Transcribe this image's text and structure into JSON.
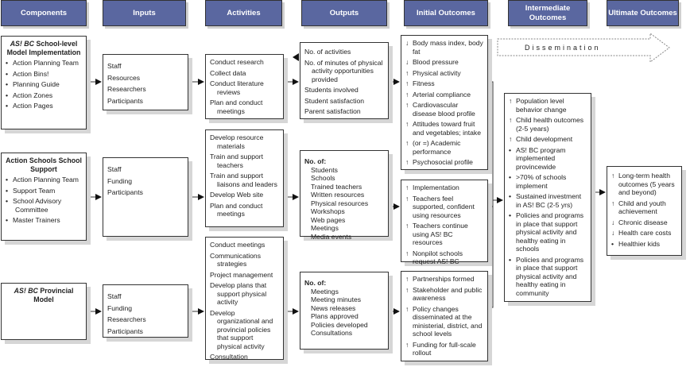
{
  "headers": [
    "Components",
    "Inputs",
    "Activities",
    "Outputs",
    "Initial Outcomes",
    "Intermediate Outcomes",
    "Ultimate Outcomes"
  ],
  "dissemination": "Dissemination",
  "components": [
    {
      "title_italic": "AS! BC",
      "title": " School-level Model Implementation",
      "items": [
        "Action Planning Team",
        "Action Bins!",
        "Planning Guide",
        "Action Zones",
        "Action Pages"
      ]
    },
    {
      "title_italic": "",
      "title": "Action Schools School Support",
      "items": [
        "Action Planning Team",
        "Support Team",
        "School Advisory Committee",
        "Master Trainers"
      ]
    },
    {
      "title_italic": "AS! BC",
      "title": " Provincial Model",
      "items": []
    }
  ],
  "inputs": [
    [
      "Staff",
      "Resources",
      "Researchers",
      "Participants"
    ],
    [
      "Staff",
      "Funding",
      "Participants"
    ],
    [
      "Staff",
      "Funding",
      "Researchers",
      "Participants"
    ]
  ],
  "activities": [
    [
      "Conduct research",
      "Collect data",
      "Conduct literature reviews",
      "Plan and conduct meetings"
    ],
    [
      "Develop resource materials",
      "Train and support teachers",
      "Train and support liaisons and leaders",
      "Develop Web site",
      "Plan and conduct meetings"
    ],
    [
      "Conduct meetings",
      "Communications strategies",
      "Project management",
      "Develop plans that support physical activity",
      "Develop organizational and provincial policies that support physical activity",
      "Consultation"
    ]
  ],
  "outputs": {
    "first": [
      "No. of activities",
      "No. of minutes of physical activity opportunities provided",
      "Students involved",
      "Student satisfaction",
      "Parent satisfaction"
    ],
    "second": {
      "heading": "No. of:",
      "items": [
        "Students",
        "Schools",
        "Trained teachers",
        "Written resources",
        "Physical resources",
        "Workshops",
        "Web pages",
        "Meetings",
        "Media events"
      ]
    },
    "third": {
      "heading": "No. of:",
      "items": [
        "Meetings",
        "Meeting minutes",
        "News releases",
        "Plans approved",
        "Policies developed",
        "Consultations"
      ]
    }
  },
  "initial": [
    [
      {
        "s": "↓",
        "t": "Body mass index, body fat"
      },
      {
        "s": "↓",
        "t": "Blood pressure"
      },
      {
        "s": "↑",
        "t": "Physical activity"
      },
      {
        "s": "↑",
        "t": "Fitness"
      },
      {
        "s": "↑",
        "t": "Arterial compliance"
      },
      {
        "s": "↑",
        "t": "Cardiovascular disease blood profile"
      },
      {
        "s": "↑",
        "t": "Attitudes toward fruit and vegetables; intake"
      },
      {
        "s": "↑",
        "t": "(or =) Academic performance"
      },
      {
        "s": "↑",
        "t": "Psychosocial profile"
      }
    ],
    [
      {
        "s": "↑",
        "t": "Implementation"
      },
      {
        "s": "↑",
        "t": "Teachers feel supported, confident using resources"
      },
      {
        "s": "↑",
        "t": "Teachers continue using AS! BC resources"
      },
      {
        "s": "↑",
        "t": "Nonpilot schools request AS! BC"
      }
    ],
    [
      {
        "s": "↑",
        "t": "Partnerships formed"
      },
      {
        "s": "↑",
        "t": "Stakeholder and public awareness"
      },
      {
        "s": "↑",
        "t": "Policy changes disseminated at the ministerial, district, and school levels"
      },
      {
        "s": "↑",
        "t": "Funding for full-scale rollout"
      }
    ]
  ],
  "intermediate": [
    {
      "s": "↑",
      "t": "Population level behavior change"
    },
    {
      "s": "↑",
      "t": "Child health outcomes (2-5 years)"
    },
    {
      "s": "↑",
      "t": "Child development"
    },
    {
      "s": "•",
      "t": "AS! BC program implemented provincewide"
    },
    {
      "s": "•",
      "t": ">70% of schools implement"
    },
    {
      "s": "•",
      "t": "Sustained investment in AS! BC (2-5 yrs)"
    },
    {
      "s": "•",
      "t": "Policies and programs in place that support physical activity and healthy eating in schools"
    },
    {
      "s": "•",
      "t": "Policies and programs in place that support physical activity and healthy eating in community"
    }
  ],
  "ultimate": [
    {
      "s": "↑",
      "t": "Long-term health outcomes (5 years and beyond)"
    },
    {
      "s": "↑",
      "t": "Child and youth achievement"
    },
    {
      "s": "↓",
      "t": "Chronic disease"
    },
    {
      "s": "↓",
      "t": "Health care costs"
    },
    {
      "s": "•",
      "t": "Healthier kids"
    }
  ]
}
